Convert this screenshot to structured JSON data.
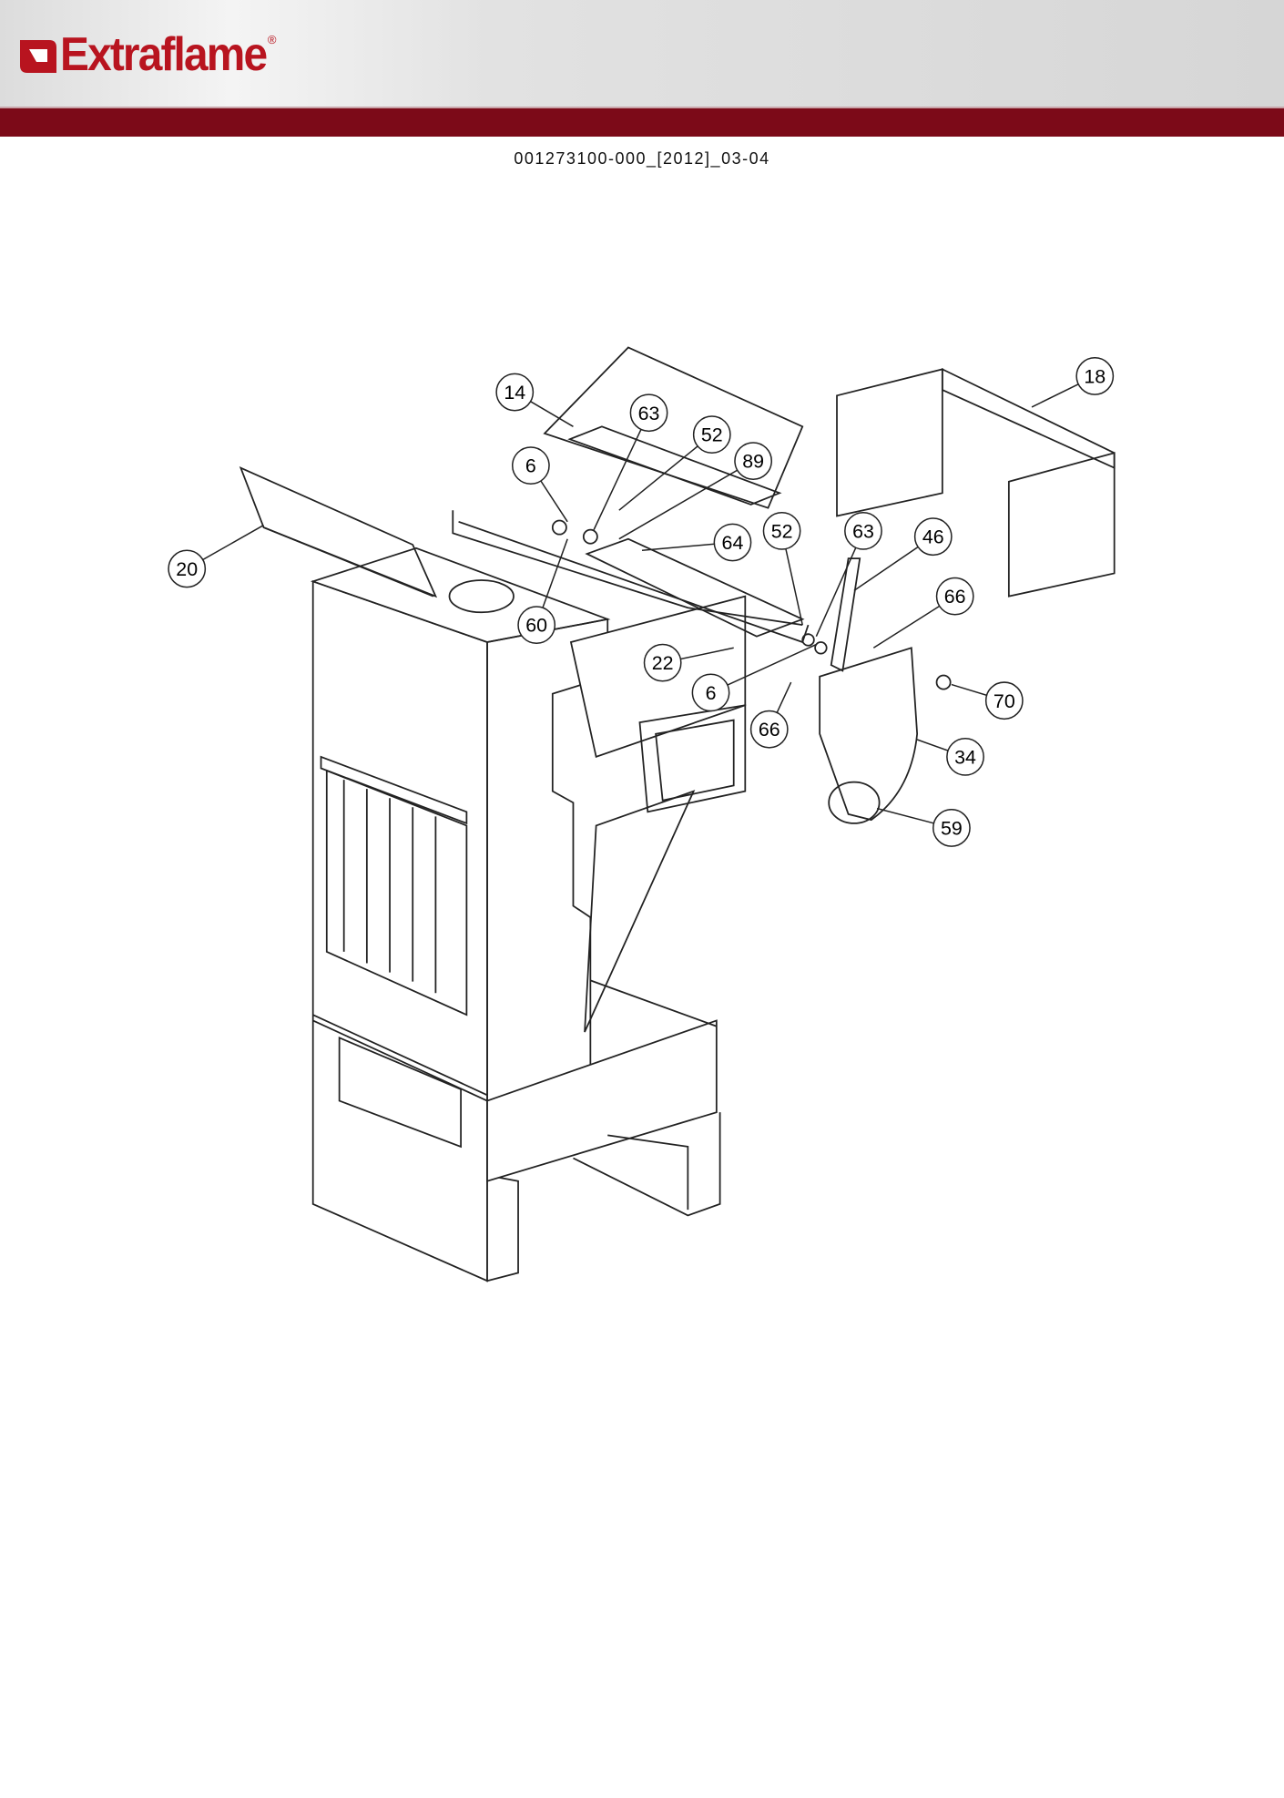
{
  "brand": {
    "name": "Extraflame",
    "registered": "®",
    "color": "#b8141f",
    "bar_color": "#7c0a18"
  },
  "document": {
    "code": "001273100-000_[2012]_03-04"
  },
  "diagram": {
    "callouts": [
      "14",
      "63",
      "52",
      "89",
      "6",
      "20",
      "60",
      "64",
      "52",
      "63",
      "46",
      "66",
      "22",
      "6",
      "66",
      "70",
      "34",
      "59",
      "18"
    ]
  }
}
